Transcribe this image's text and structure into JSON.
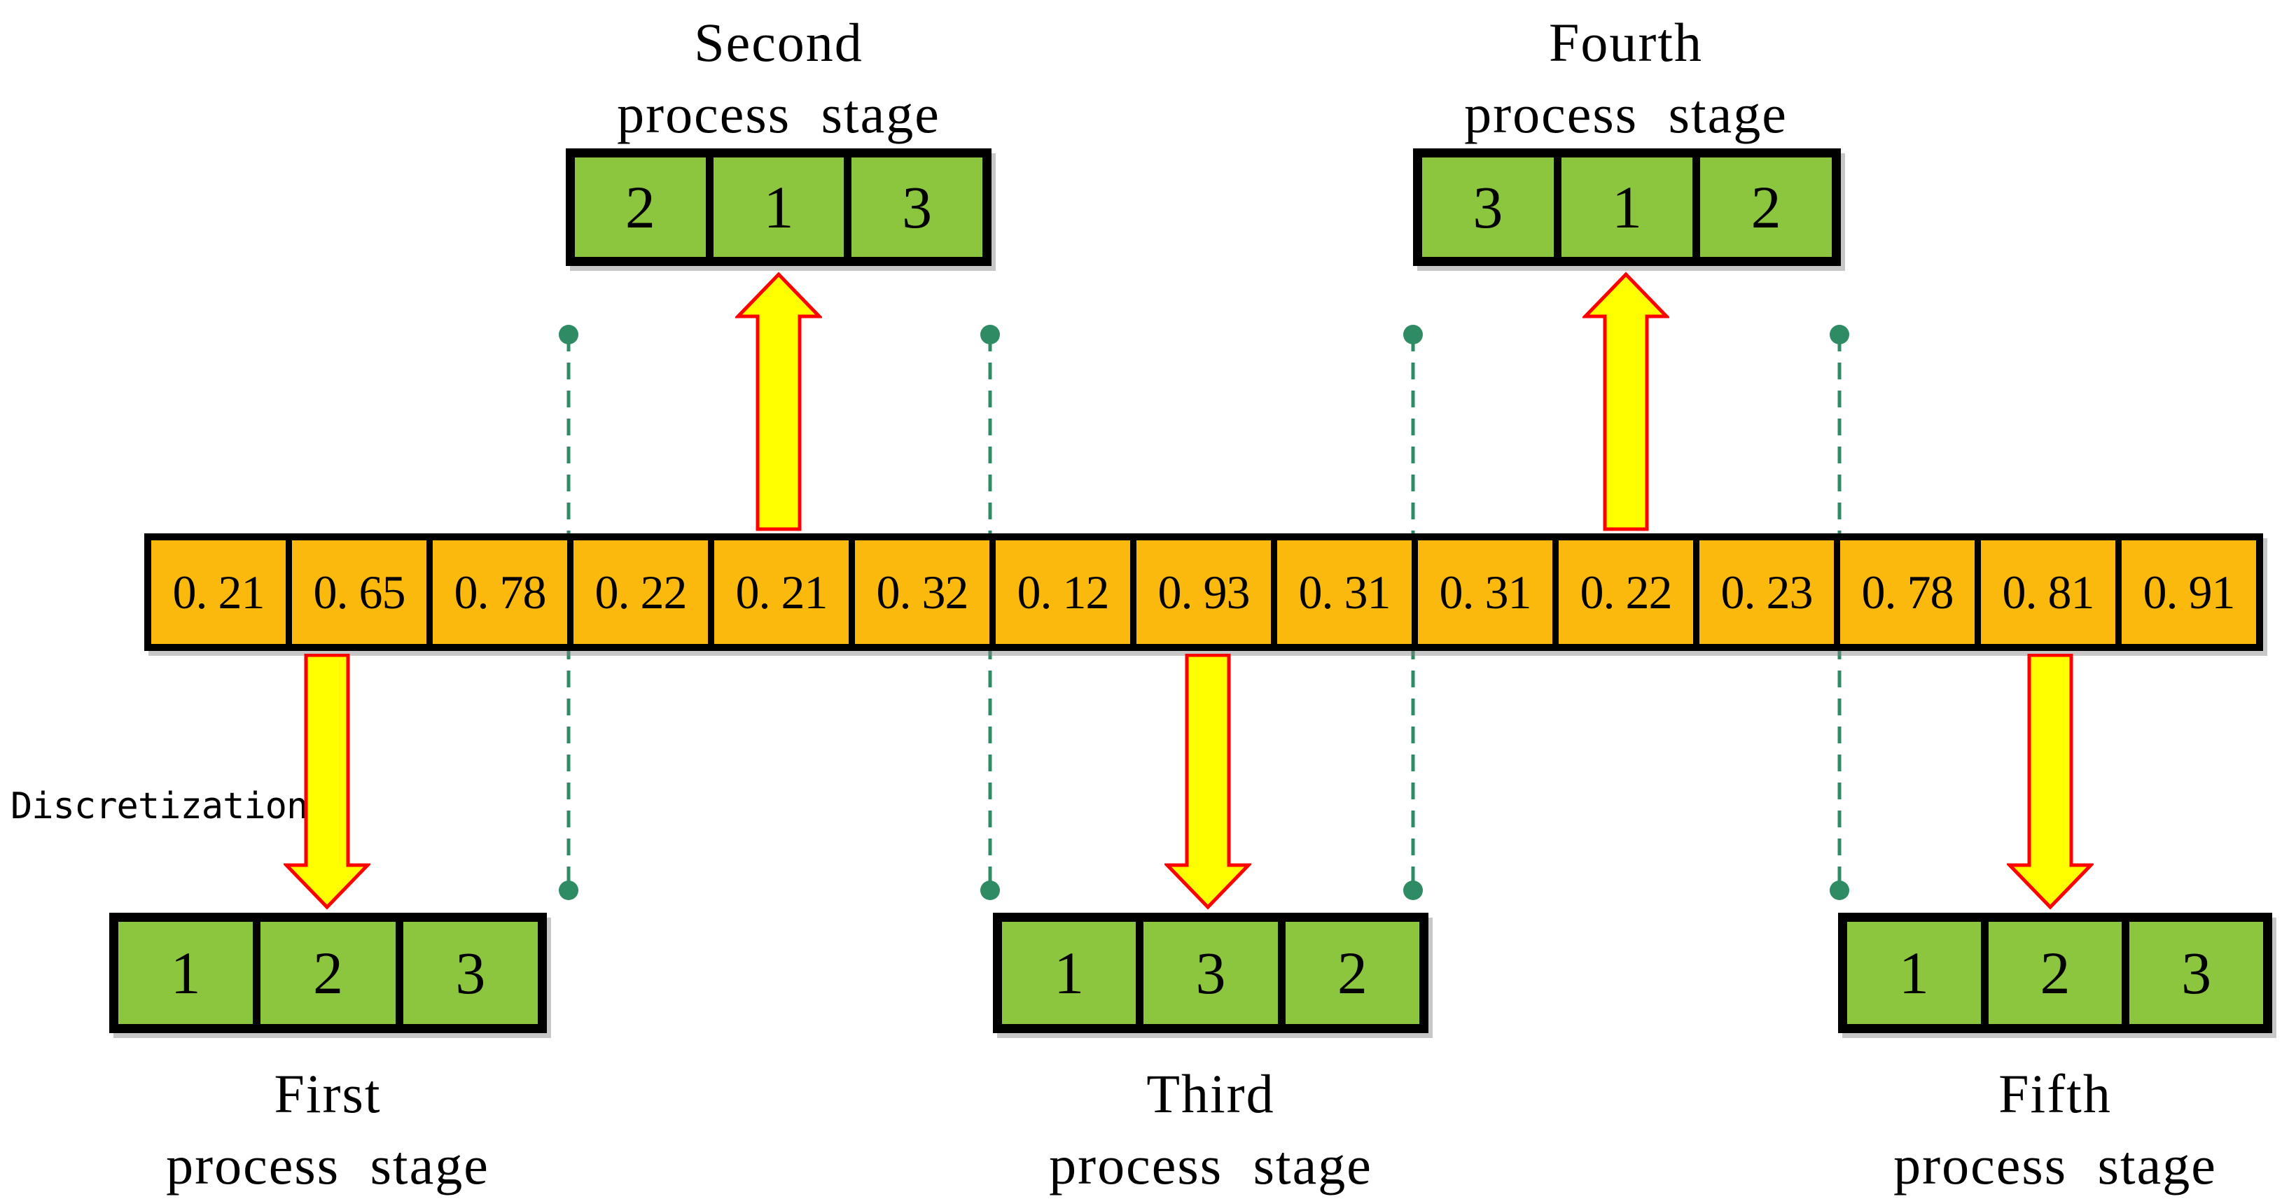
{
  "figure": {
    "label_discretization": "Discretization",
    "random_key_bar": {
      "values": [
        "0. 21",
        "0. 65",
        "0. 78",
        "0. 22",
        "0. 21",
        "0. 32",
        "0. 12",
        "0. 93",
        "0. 31",
        "0. 31",
        "0. 22",
        "0. 23",
        "0. 78",
        "0. 81",
        "0. 91"
      ]
    },
    "stages": [
      {
        "title_line1": "First",
        "title_line2": "process stage",
        "cells": [
          "1",
          "2",
          "3"
        ]
      },
      {
        "title_line1": "Second",
        "title_line2": "process stage",
        "cells": [
          "2",
          "1",
          "3"
        ]
      },
      {
        "title_line1": "Third",
        "title_line2": "process stage",
        "cells": [
          "1",
          "3",
          "2"
        ]
      },
      {
        "title_line1": "Fourth",
        "title_line2": "process stage",
        "cells": [
          "3",
          "1",
          "2"
        ]
      },
      {
        "title_line1": "Fifth",
        "title_line2": "process stage",
        "cells": [
          "1",
          "2",
          "3"
        ]
      }
    ],
    "colors": {
      "bar_fill": "#FBB90E",
      "stage_cell_fill": "#8CC63E",
      "connector": "#2E8B63",
      "arrow_fill": "#FFFF00",
      "arrow_outline": "#FF0000",
      "border": "#000000"
    }
  }
}
